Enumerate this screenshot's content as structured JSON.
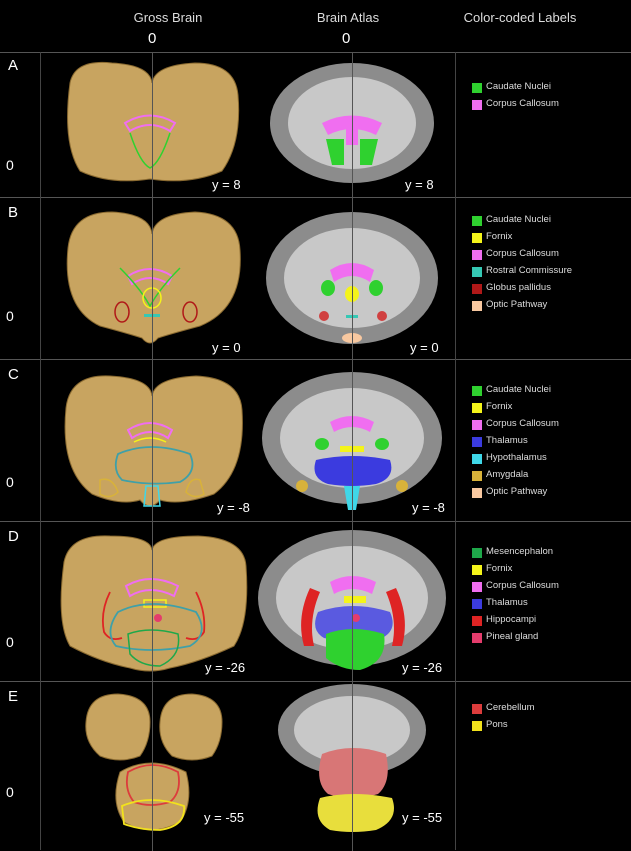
{
  "headers": {
    "gross": "Gross Brain",
    "gross_zero": "0",
    "atlas": "Brain Atlas",
    "atlas_zero": "0",
    "labels": "Color-coded Labels"
  },
  "colors": {
    "caudate": "#2fd12f",
    "corpus": "#f06ef0",
    "fornix": "#f4f41a",
    "rostral": "#35c8b4",
    "globus": "#b01818",
    "optic": "#f8c8a0",
    "thalamus": "#3b3bdf",
    "hypothalamus": "#3fd7e8",
    "amygdala": "#d8b23a",
    "mesencephalon": "#1ea84a",
    "hippocampi": "#de2424",
    "pineal": "#e43c6c",
    "cerebellum": "#dc3c3c",
    "pons": "#f2e21c"
  },
  "panels": [
    {
      "letter": "A",
      "zero": "0",
      "gross_y": "y = 8",
      "atlas_y": "y = 8",
      "legend": [
        {
          "label": "Caudate Nuclei",
          "color": "#2fd12f"
        },
        {
          "label": "Corpus Callosum",
          "color": "#f06ef0"
        }
      ]
    },
    {
      "letter": "B",
      "zero": "0",
      "gross_y": "y = 0",
      "atlas_y": "y = 0",
      "legend": [
        {
          "label": "Caudate Nuclei",
          "color": "#2fd12f"
        },
        {
          "label": "Fornix",
          "color": "#f4f41a"
        },
        {
          "label": "Corpus Callosum",
          "color": "#f06ef0"
        },
        {
          "label": "Rostral Commissure",
          "color": "#35c8b4"
        },
        {
          "label": "Globus pallidus",
          "color": "#b01818"
        },
        {
          "label": "Optic Pathway",
          "color": "#f8c8a0"
        }
      ]
    },
    {
      "letter": "C",
      "zero": "0",
      "gross_y": "y = -8",
      "atlas_y": "y = -8",
      "legend": [
        {
          "label": "Caudate Nuclei",
          "color": "#2fd12f"
        },
        {
          "label": "Fornix",
          "color": "#f4f41a"
        },
        {
          "label": "Corpus Callosum",
          "color": "#f06ef0"
        },
        {
          "label": "Thalamus",
          "color": "#3b3bdf"
        },
        {
          "label": "Hypothalamus",
          "color": "#3fd7e8"
        },
        {
          "label": "Amygdala",
          "color": "#d8b23a"
        },
        {
          "label": "Optic Pathway",
          "color": "#f8c8a0"
        }
      ]
    },
    {
      "letter": "D",
      "zero": "0",
      "gross_y": "y = -26",
      "atlas_y": "y = -26",
      "legend": [
        {
          "label": "Mesencephalon",
          "color": "#1ea84a"
        },
        {
          "label": "Fornix",
          "color": "#f4f41a"
        },
        {
          "label": "Corpus Callosum",
          "color": "#f06ef0"
        },
        {
          "label": "Thalamus",
          "color": "#3b3bdf"
        },
        {
          "label": "Hippocampi",
          "color": "#de2424"
        },
        {
          "label": "Pineal gland",
          "color": "#e43c6c"
        }
      ]
    },
    {
      "letter": "E",
      "zero": "0",
      "gross_y": "y = -55",
      "atlas_y": "y = -55",
      "legend": [
        {
          "label": "Cerebellum",
          "color": "#dc3c3c"
        },
        {
          "label": "Pons",
          "color": "#f2e21c"
        }
      ]
    }
  ]
}
